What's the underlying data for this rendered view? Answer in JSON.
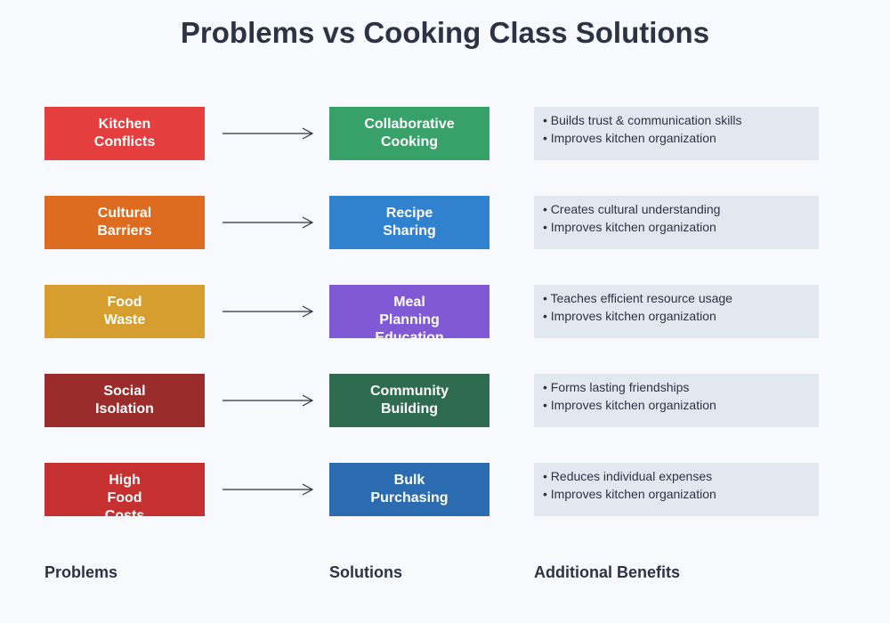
{
  "title": "Problems vs Cooking Class Solutions",
  "column_labels": {
    "problems": "Problems",
    "solutions": "Solutions",
    "benefits": "Additional Benefits"
  },
  "rows": [
    {
      "problem": [
        "Kitchen",
        "Conflicts"
      ],
      "problem_color": "#e53e3e",
      "solution": [
        "Collaborative",
        "Cooking"
      ],
      "solution_color": "#38a169",
      "benefits": [
        "• Builds trust & communication skills",
        "• Improves kitchen organization"
      ]
    },
    {
      "problem": [
        "Cultural",
        "Barriers"
      ],
      "problem_color": "#dd6b20",
      "solution": [
        "Recipe",
        "Sharing"
      ],
      "solution_color": "#3182ce",
      "benefits": [
        "• Creates cultural understanding",
        "• Improves kitchen organization"
      ]
    },
    {
      "problem": [
        "Food",
        "Waste"
      ],
      "problem_color": "#d69e2e",
      "solution": [
        "Meal",
        "Planning",
        "Education"
      ],
      "solution_color": "#805ad5",
      "benefits": [
        "• Teaches efficient resource usage",
        "• Improves kitchen organization"
      ]
    },
    {
      "problem": [
        "Social",
        "Isolation"
      ],
      "problem_color": "#9b2c2c",
      "solution": [
        "Community",
        "Building"
      ],
      "solution_color": "#2f6b4f",
      "benefits": [
        "• Forms lasting friendships",
        "• Improves kitchen organization"
      ]
    },
    {
      "problem": [
        "High",
        "Food",
        "Costs"
      ],
      "problem_color": "#c53030",
      "solution": [
        "Bulk",
        "Purchasing"
      ],
      "solution_color": "#2b6cb0",
      "benefits": [
        "• Reduces individual expenses",
        "• Improves kitchen organization"
      ]
    }
  ]
}
